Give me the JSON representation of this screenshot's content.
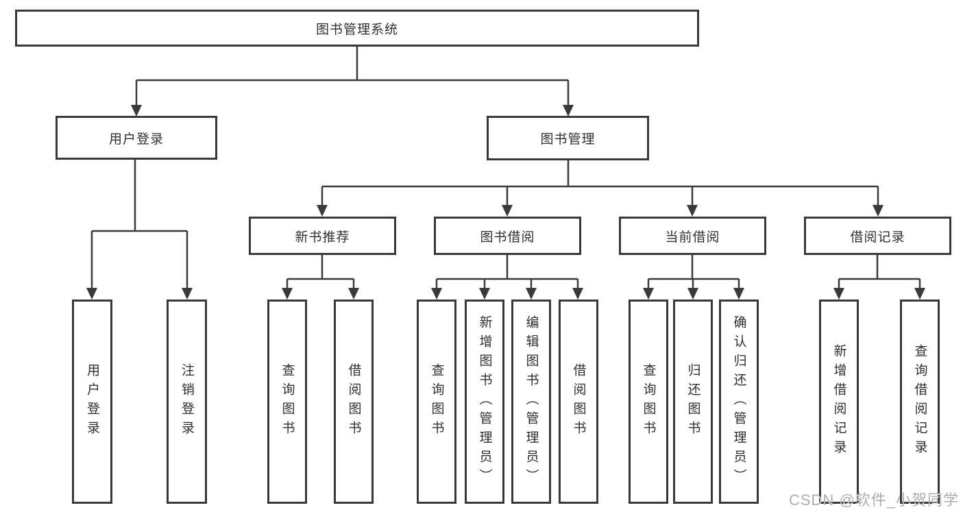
{
  "tree": {
    "root": "图书管理系统",
    "branches": [
      {
        "label": "用户登录",
        "children": [
          "用户登录",
          "注销登录"
        ]
      },
      {
        "label": "图书管理",
        "children": [
          {
            "label": "新书推荐",
            "children": [
              "查询图书",
              "借阅图书"
            ]
          },
          {
            "label": "图书借阅",
            "children": [
              "查询图书",
              "新增图书（管理员）",
              "编辑图书（管理员）",
              "借阅图书"
            ]
          },
          {
            "label": "当前借阅",
            "children": [
              "查询图书",
              "归还图书",
              "确认归还（管理员）"
            ]
          },
          {
            "label": "借阅记录",
            "children": [
              "新增借阅记录",
              "查询借阅记录"
            ]
          }
        ]
      }
    ]
  },
  "watermark": "CSDN @软件_小贺同学",
  "colors": {
    "line": "#3a3a3a",
    "box_border": "#383838",
    "text": "#2f2f2f",
    "background": "#ffffff",
    "watermark": "#abaeb4"
  }
}
